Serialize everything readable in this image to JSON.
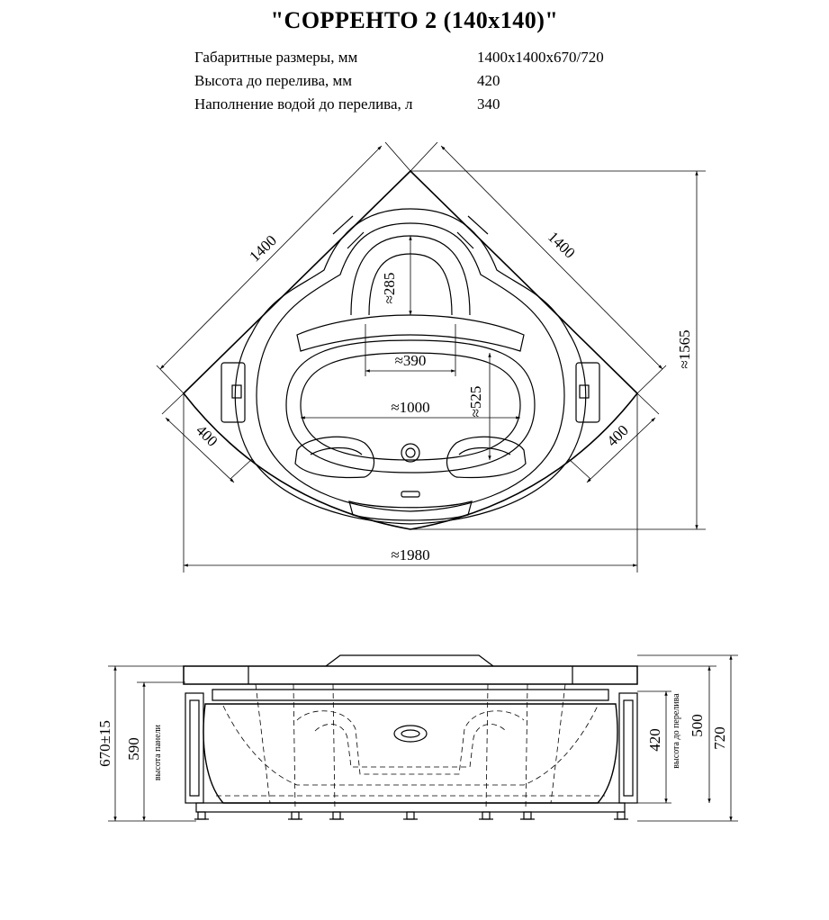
{
  "title": "\"СОРРЕНТО 2 (140x140)\"",
  "specs": [
    {
      "label": "Габаритные размеры, мм",
      "value": "1400x1400x670/720"
    },
    {
      "label": "Высота до перелива, мм",
      "value": "420"
    },
    {
      "label": "Наполнение водой до перелива, л",
      "value": "340"
    }
  ],
  "top_view": {
    "side_left": "1400",
    "side_right": "1400",
    "corner_left": "400",
    "corner_right": "400",
    "depth_total": "≈1565",
    "width_total": "≈1980",
    "inner_length": "≈1000",
    "headrest_width": "≈390",
    "headrest_depth": "≈285",
    "bowl_depth": "≈525"
  },
  "front_view": {
    "height_left": "670±15",
    "panel_height": "590",
    "panel_label": "высота панели",
    "overflow_height": "420",
    "overflow_label": "высота до перелива",
    "height_mid": "500",
    "height_total": "720"
  },
  "colors": {
    "line": "#000000",
    "background": "#ffffff"
  }
}
